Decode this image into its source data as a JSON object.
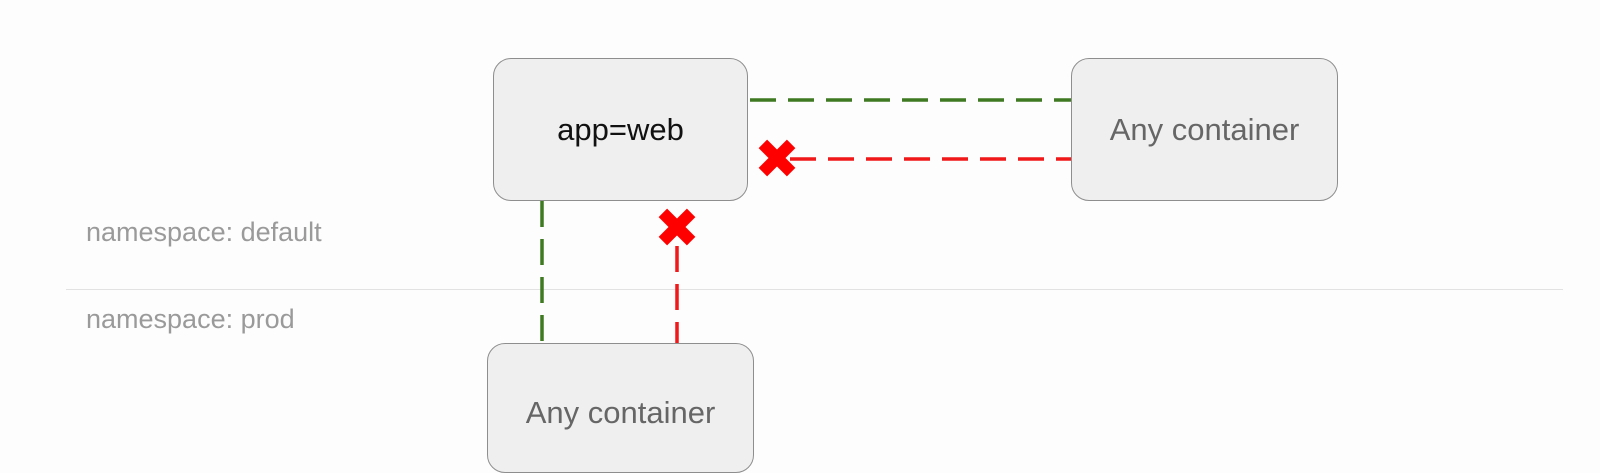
{
  "namespaces": {
    "top": "namespace: default",
    "bottom": "namespace: prod"
  },
  "nodes": {
    "web": "app=web",
    "any_right": "Any container",
    "any_bottom": "Any container"
  },
  "connections": [
    {
      "from": "any_right",
      "to": "web",
      "status": "allowed",
      "color": "#3f7a22"
    },
    {
      "from": "any_right",
      "to": "web",
      "status": "denied",
      "color": "#f01818"
    },
    {
      "from": "any_bottom",
      "to": "web",
      "status": "allowed",
      "color": "#3f7a22"
    },
    {
      "from": "any_bottom",
      "to": "web",
      "status": "denied",
      "color": "#f01818"
    }
  ],
  "colors": {
    "allowed": "#3f7a22",
    "denied": "#f01818",
    "blocked_marker": "#ff0000"
  },
  "icons": {
    "blocked": "x-mark-icon"
  }
}
